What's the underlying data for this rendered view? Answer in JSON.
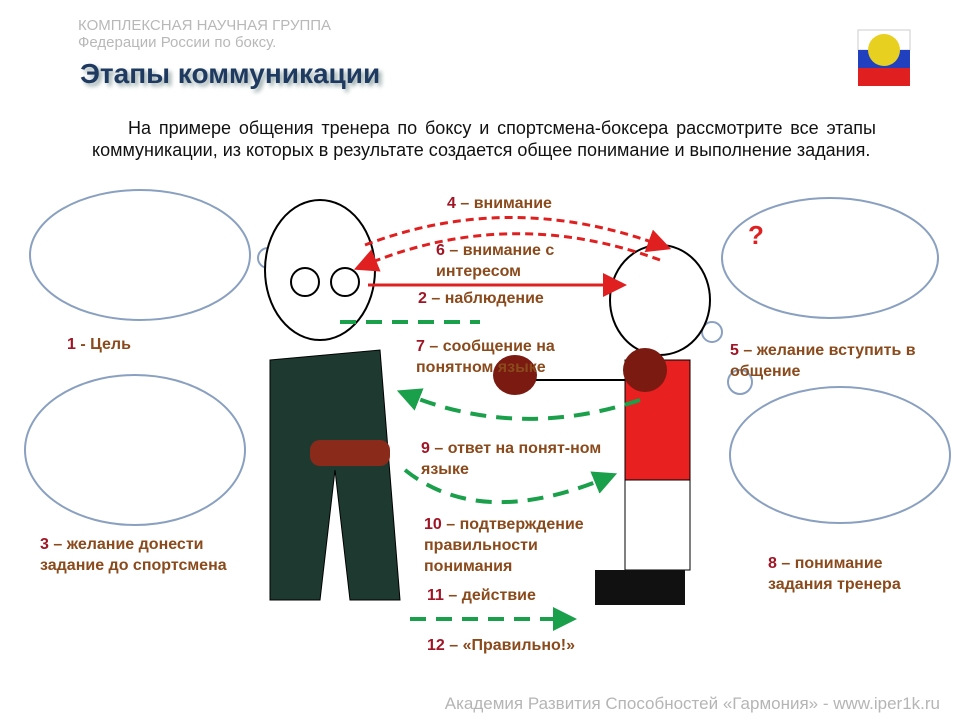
{
  "header": {
    "org_line1": "КОМПЛЕКСНАЯ  НАУЧНАЯ  ГРУППА",
    "org_line2": "Федерации  России по боксу."
  },
  "title": "Этапы коммуникации",
  "intro": "На примере общения тренера по боксу и спортсмена-боксера рассмотрите все этапы коммуникации, из которых в результате создается общее понимание и выполнение задания.",
  "stages": [
    {
      "n": "1",
      "text": " - Цель"
    },
    {
      "n": "2",
      "text": " – наблюдение"
    },
    {
      "n": "3",
      "text": " – желание донести задание до спортсмена"
    },
    {
      "n": "4",
      "text": " – внимание"
    },
    {
      "n": "5",
      "text": " – желание вступить в общение"
    },
    {
      "n": "6",
      "text": " – внимание с интересом"
    },
    {
      "n": "7",
      "text": " – сообщение на понятном языке"
    },
    {
      "n": "8",
      "text": " – понимание задания тренера"
    },
    {
      "n": "9",
      "text": " – ответ на понят-ном языке"
    },
    {
      "n": "10",
      "text": " – подтверждение правильности понимания"
    },
    {
      "n": "11",
      "text": " – действие"
    },
    {
      "n": "12",
      "text": " – «Правильно!»"
    }
  ],
  "bubble_question_mark": "?",
  "footer": "Академия Развития Способностей «Гармония» - www.iper1k.ru",
  "colors": {
    "number": "#a01525",
    "label": "#8a4a1c",
    "green_arrow": "#1aa04a",
    "red_arrow": "#e02020",
    "title": "#1f3a60"
  }
}
